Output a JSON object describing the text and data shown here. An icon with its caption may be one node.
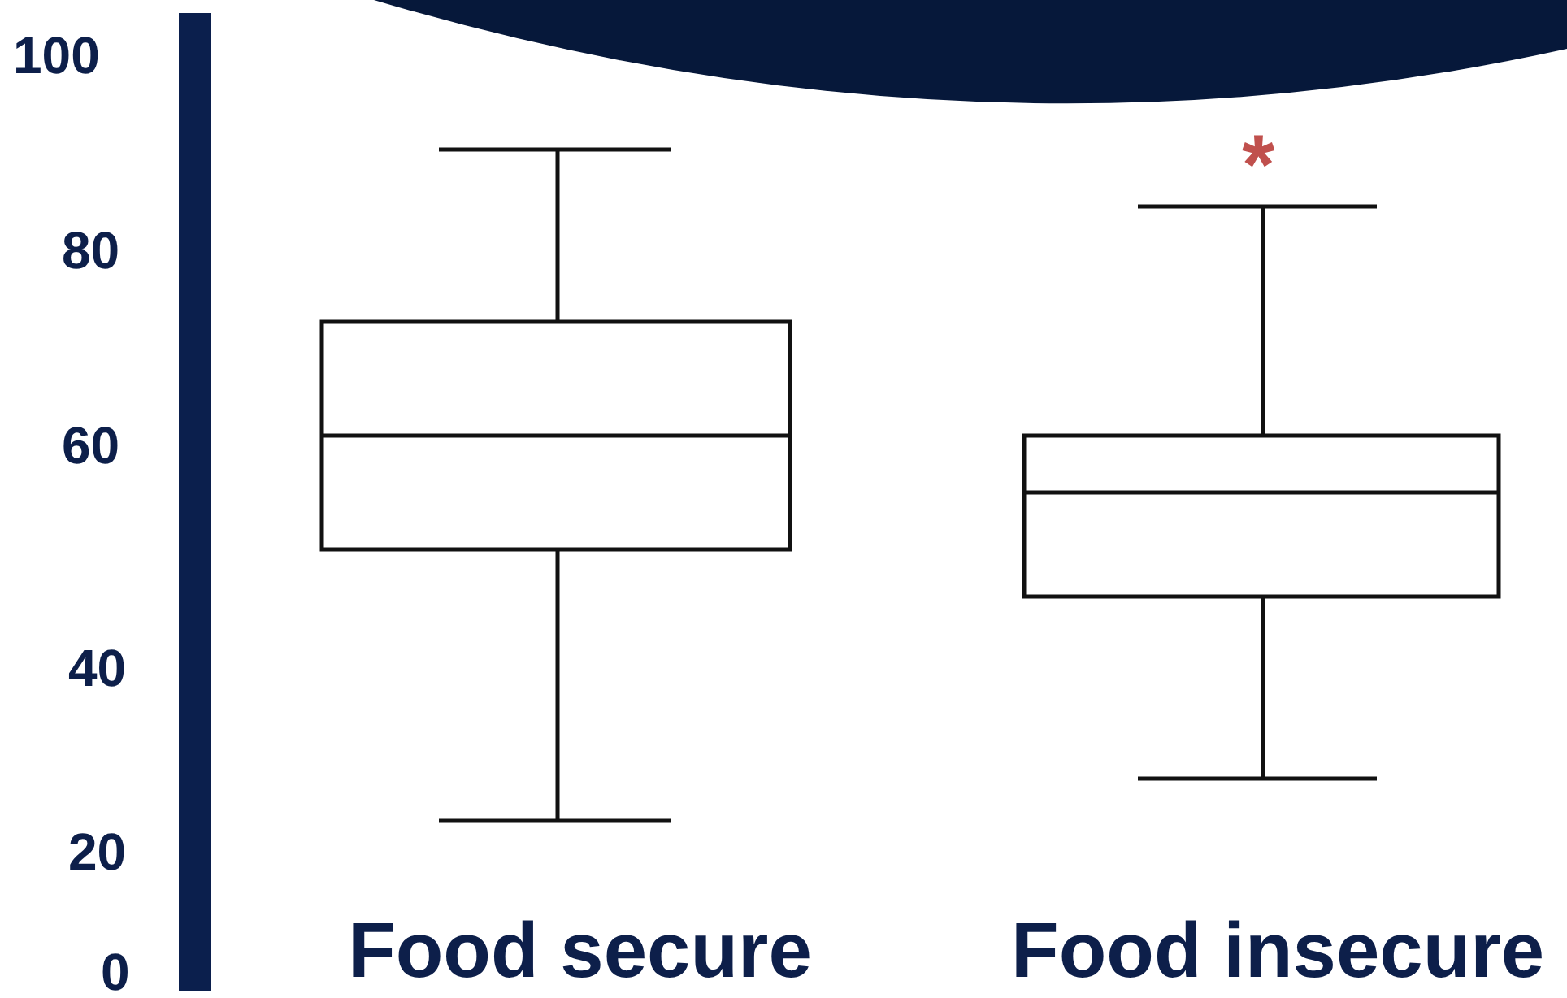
{
  "diagram": {
    "labels": [
      "100",
      "80",
      "60",
      "40",
      "20",
      "0",
      "*",
      "Food secure",
      "Food insecure"
    ]
  }
}
